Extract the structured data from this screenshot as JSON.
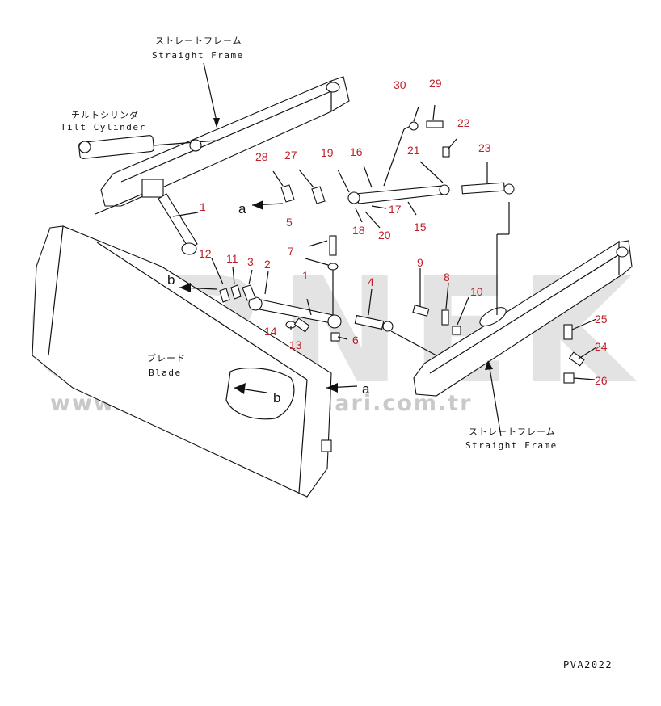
{
  "labels": {
    "frame_top_jp": "ストレートフレーム",
    "frame_top_en": "Straight Frame",
    "tilt_jp": "チルトシリンダ",
    "tilt_en": "Tilt Cylinder",
    "blade_jp": "ブレード",
    "blade_en": "Blade",
    "frame_bottom_jp": "ストレートフレーム",
    "frame_bottom_en": "Straight Frame"
  },
  "callouts": [
    "30",
    "29",
    "22",
    "28",
    "27",
    "19",
    "16",
    "21",
    "23",
    "1",
    "17",
    "5",
    "18",
    "20",
    "15",
    "7",
    "12",
    "11",
    "3",
    "2",
    "1",
    "4",
    "9",
    "8",
    "10",
    "14",
    "13",
    "6",
    "25",
    "24",
    "26"
  ],
  "view_markers": [
    "a",
    "b",
    "b",
    "a"
  ],
  "watermark": {
    "brand": "ÖRNEK",
    "url": "www.ornekismakinalari.com.tr"
  },
  "drawing_code": "PVA2022",
  "colors": {
    "callout": "#c0202a",
    "watermark": "#d9d9d9",
    "logo_accent": "#f2d27a"
  }
}
